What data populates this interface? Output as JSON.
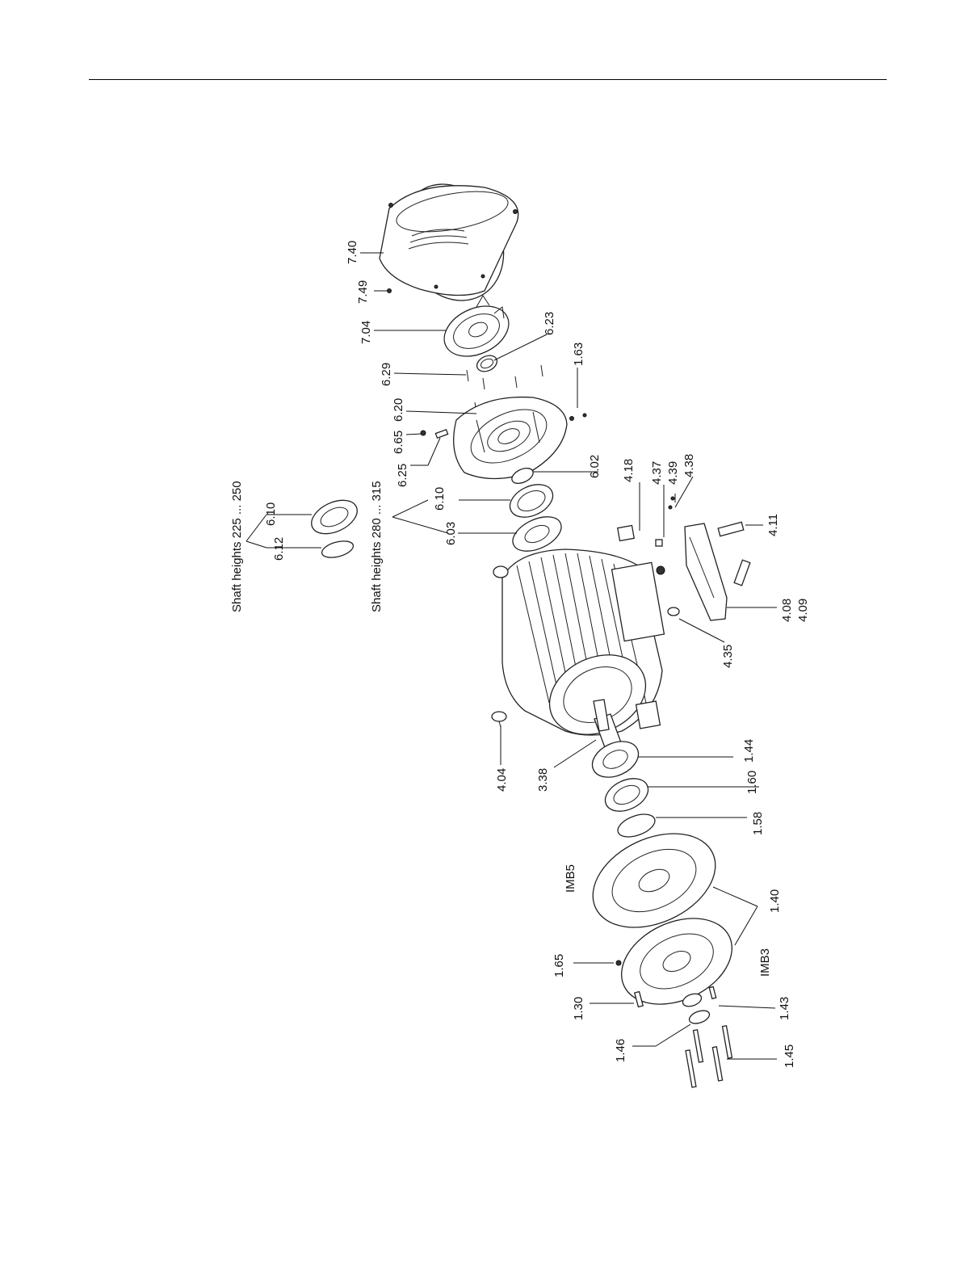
{
  "header": {
    "rule": ""
  },
  "diagram": {
    "part_labels": [
      {
        "id": "7.40",
        "text": "7.40"
      },
      {
        "id": "7.49",
        "text": "7.49"
      },
      {
        "id": "7.04",
        "text": "7.04"
      },
      {
        "id": "6.23",
        "text": "6.23"
      },
      {
        "id": "6.29",
        "text": "6.29"
      },
      {
        "id": "1.63",
        "text": "1.63"
      },
      {
        "id": "6.20",
        "text": "6.20"
      },
      {
        "id": "6.65",
        "text": "6.65"
      },
      {
        "id": "6.25",
        "text": "6.25"
      },
      {
        "id": "6.02",
        "text": "6.02"
      },
      {
        "id": "4.18",
        "text": "4.18"
      },
      {
        "id": "4.37",
        "text": "4.37"
      },
      {
        "id": "4.39",
        "text": "4.39"
      },
      {
        "id": "4.38",
        "text": "4.38"
      },
      {
        "id": "6.10a",
        "text": "6.10"
      },
      {
        "id": "6.12",
        "text": "6.12"
      },
      {
        "id": "6.10b",
        "text": "6.10"
      },
      {
        "id": "6.03",
        "text": "6.03"
      },
      {
        "id": "4.11",
        "text": "4.11"
      },
      {
        "id": "4.08",
        "text": "4.08"
      },
      {
        "id": "4.09",
        "text": "4.09"
      },
      {
        "id": "4.35",
        "text": "4.35"
      },
      {
        "id": "4.04",
        "text": "4.04"
      },
      {
        "id": "3.38",
        "text": "3.38"
      },
      {
        "id": "1.44",
        "text": "1.44"
      },
      {
        "id": "1.60",
        "text": "1.60"
      },
      {
        "id": "1.58",
        "text": "1.58"
      },
      {
        "id": "IMB5",
        "text": "IMB5"
      },
      {
        "id": "1.40",
        "text": "1.40"
      },
      {
        "id": "IMB3",
        "text": "IMB3"
      },
      {
        "id": "1.65",
        "text": "1.65"
      },
      {
        "id": "1.30",
        "text": "1.30"
      },
      {
        "id": "1.43",
        "text": "1.43"
      },
      {
        "id": "1.46",
        "text": "1.46"
      },
      {
        "id": "1.45",
        "text": "1.45"
      }
    ],
    "group_labels": {
      "shaft_small": "Shaft heights 225 ... 250",
      "shaft_large": "Shaft heights 280 ... 315"
    }
  }
}
